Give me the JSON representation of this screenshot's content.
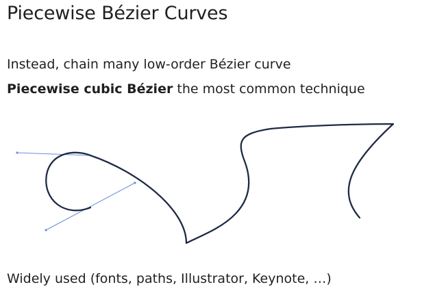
{
  "slide": {
    "title": "Piecewise Bézier Curves",
    "line1": "Instead, chain many low-order Bézier curve",
    "line2_bold": "Piecewise cubic Bézier",
    "line2_rest": " the most common technique",
    "footer": "Widely used (fonts, paths, Illustrator, Keynote, …)"
  },
  "figure": {
    "curve_color": "#1f2a44",
    "handle_color": "#6b8fd6"
  }
}
